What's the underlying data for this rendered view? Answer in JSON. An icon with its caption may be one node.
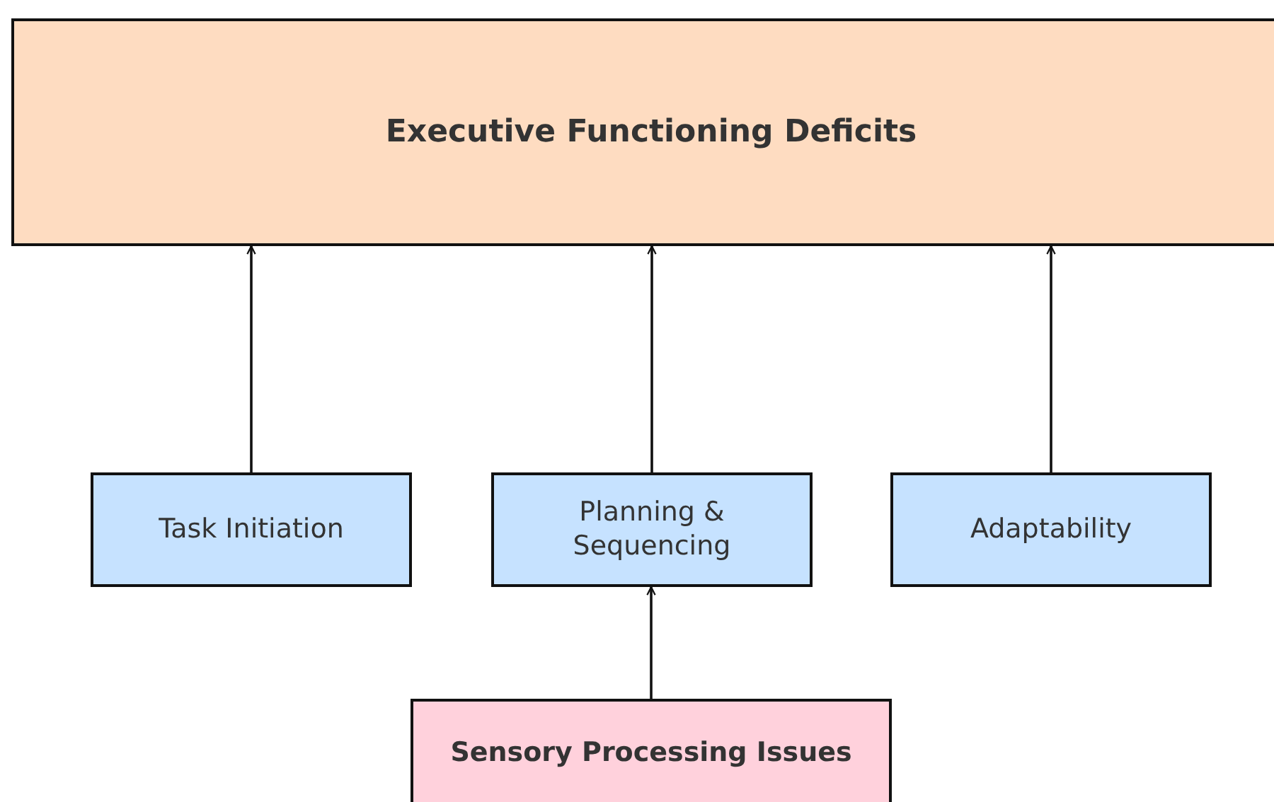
{
  "diagram": {
    "nodes": [
      {
        "text": [
          "Executive Functioning Deficits"
        ]
      },
      {
        "text": [
          "Task Initiation"
        ]
      },
      {
        "text": [
          "Planning & Sequencing"
        ]
      },
      {
        "text": [
          "Adaptability"
        ]
      },
      {
        "text": [
          "Sensory Processing Issues"
        ]
      }
    ],
    "edges": [
      {
        "from": 1,
        "to": 0,
        "arrow": "to"
      },
      {
        "from": 2,
        "to": 0,
        "arrow": "to"
      },
      {
        "from": 3,
        "to": 0,
        "arrow": "to"
      },
      {
        "from": 4,
        "to": 2,
        "arrow": "to"
      }
    ]
  }
}
